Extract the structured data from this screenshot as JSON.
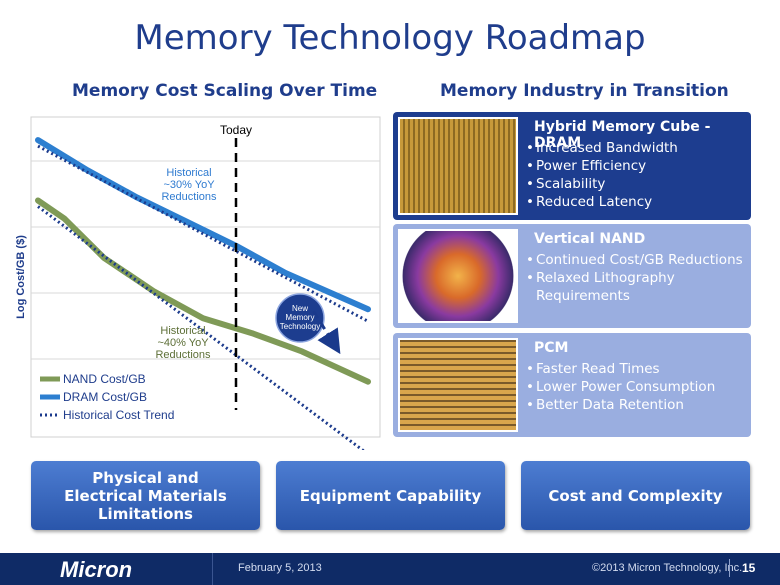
{
  "page": {
    "title": "Memory Technology Roadmap",
    "left_subtitle": "Memory Cost Scaling Over Time",
    "right_subtitle": "Memory Industry in Transition"
  },
  "chart_data": {
    "type": "line",
    "ylabel": "Log Cost/GB ($)",
    "xlabel": "",
    "grid": true,
    "legend_position": "bottom-left",
    "today_label": "Today",
    "series": [
      {
        "name": "NAND Cost/GB",
        "color": "#7f9a57",
        "style": "solid",
        "points": [
          [
            0,
            0.76
          ],
          [
            0.08,
            0.7
          ],
          [
            0.2,
            0.57
          ],
          [
            0.35,
            0.46
          ],
          [
            0.5,
            0.37
          ],
          [
            0.65,
            0.32
          ],
          [
            0.8,
            0.26
          ],
          [
            1,
            0.16
          ]
        ]
      },
      {
        "name": "DRAM Cost/GB",
        "color": "#2d7fd0",
        "style": "solid",
        "points": [
          [
            0,
            0.96
          ],
          [
            0.15,
            0.86
          ],
          [
            0.3,
            0.77
          ],
          [
            0.45,
            0.69
          ],
          [
            0.6,
            0.61
          ],
          [
            0.75,
            0.52
          ],
          [
            1,
            0.4
          ]
        ]
      },
      {
        "name": "Historical Cost Trend",
        "color": "#1b3a8c",
        "style": "dotted",
        "points": [
          [
            0,
            0.94
          ],
          [
            1,
            0.36
          ]
        ]
      },
      {
        "name": "Historical Cost Trend",
        "color": "#1b3a8c",
        "style": "dotted",
        "points": [
          [
            0,
            0.74
          ],
          [
            1,
            -0.08
          ]
        ]
      }
    ],
    "annotations": [
      {
        "text": "Historical ~30% YoY Reductions",
        "lines": [
          "Historical",
          "~30% YoY",
          "Reductions"
        ],
        "color": "#2f7bd0"
      },
      {
        "text": "Historical ~40% YoY Reductions",
        "lines": [
          "Historical",
          "~40% YoY",
          "Reductions"
        ],
        "color": "#5c6e36"
      },
      {
        "text": "New Memory Technology",
        "lines": [
          "New",
          "Memory",
          "Technology"
        ],
        "color": "#ffffff"
      }
    ],
    "new_tech_arrow": [
      [
        0.75,
        0.36
      ],
      [
        0.92,
        0.27
      ]
    ],
    "today_x": 0.6
  },
  "panels": [
    {
      "title": "Hybrid Memory Cube - DRAM",
      "bullets": [
        "Increased Bandwidth",
        "Power Efficiency",
        "Scalability",
        "Reduced Latency"
      ],
      "color": "#1d3d8f"
    },
    {
      "title": "Vertical NAND",
      "bullets": [
        "Continued Cost/GB Reductions",
        "Relaxed Lithography Requirements"
      ],
      "color": "#9aaee0"
    },
    {
      "title": "PCM",
      "bullets": [
        "Faster Read Times",
        "Lower Power Consumption",
        "Better Data Retention"
      ],
      "color": "#9aaee0"
    }
  ],
  "buttons": [
    {
      "label": "Physical and Electrical Materials Limitations"
    },
    {
      "label": "Equipment Capability"
    },
    {
      "label": "Cost and Complexity"
    }
  ],
  "footer": {
    "logo": "Micron",
    "date": "February 5, 2013",
    "copyright": "©2013 Micron Technology, Inc.",
    "page_number": "15"
  }
}
